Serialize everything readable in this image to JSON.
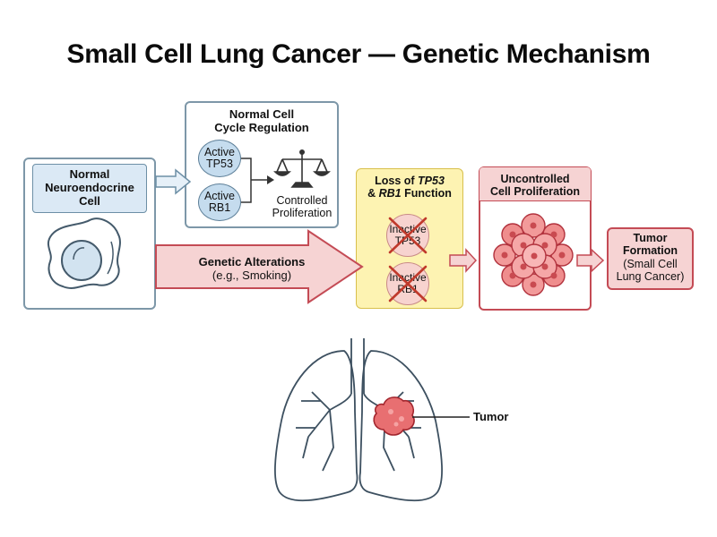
{
  "title": "Small Cell Lung Cancer — Genetic Mechanism",
  "normal_cell": {
    "label_line1": "Normal",
    "label_line2": "Neuroendocrine",
    "label_line3": "Cell"
  },
  "regulation": {
    "title_line1": "Normal Cell",
    "title_line2": "Cycle Regulation",
    "tp53_line1": "Active",
    "tp53_line2": "TP53",
    "rb1_line1": "Active",
    "rb1_line2": "RB1",
    "result_line1": "Controlled",
    "result_line2": "Proliferation"
  },
  "alterations": {
    "line1": "Genetic Alterations",
    "line2": "(e.g., Smoking)"
  },
  "loss": {
    "title_prefix": "Loss of ",
    "title_gene1": "TP53",
    "title_amp": "& ",
    "title_gene2": "RB1",
    "title_suffix": " Function",
    "tp53_line1": "Inactive",
    "tp53_line2": "TP53",
    "rb1_line1": "Inactive",
    "rb1_line2": "RB1"
  },
  "proliferation": {
    "title_line1": "Uncontrolled",
    "title_line2": "Cell Proliferation"
  },
  "tumor_formation": {
    "line1": "Tumor",
    "line2": "Formation",
    "line3": "(Small Cell",
    "line4": "Lung Cancer)"
  },
  "lungs": {
    "tumor_label": "Tumor"
  },
  "colors": {
    "blue_border": "#6d8fa6",
    "blue_fill": "#dbe9f5",
    "red_border": "#c44b55",
    "red_fill": "#f6d3d3",
    "yellow_fill": "#fdf3b2",
    "yellow_border": "#d8c04c"
  }
}
